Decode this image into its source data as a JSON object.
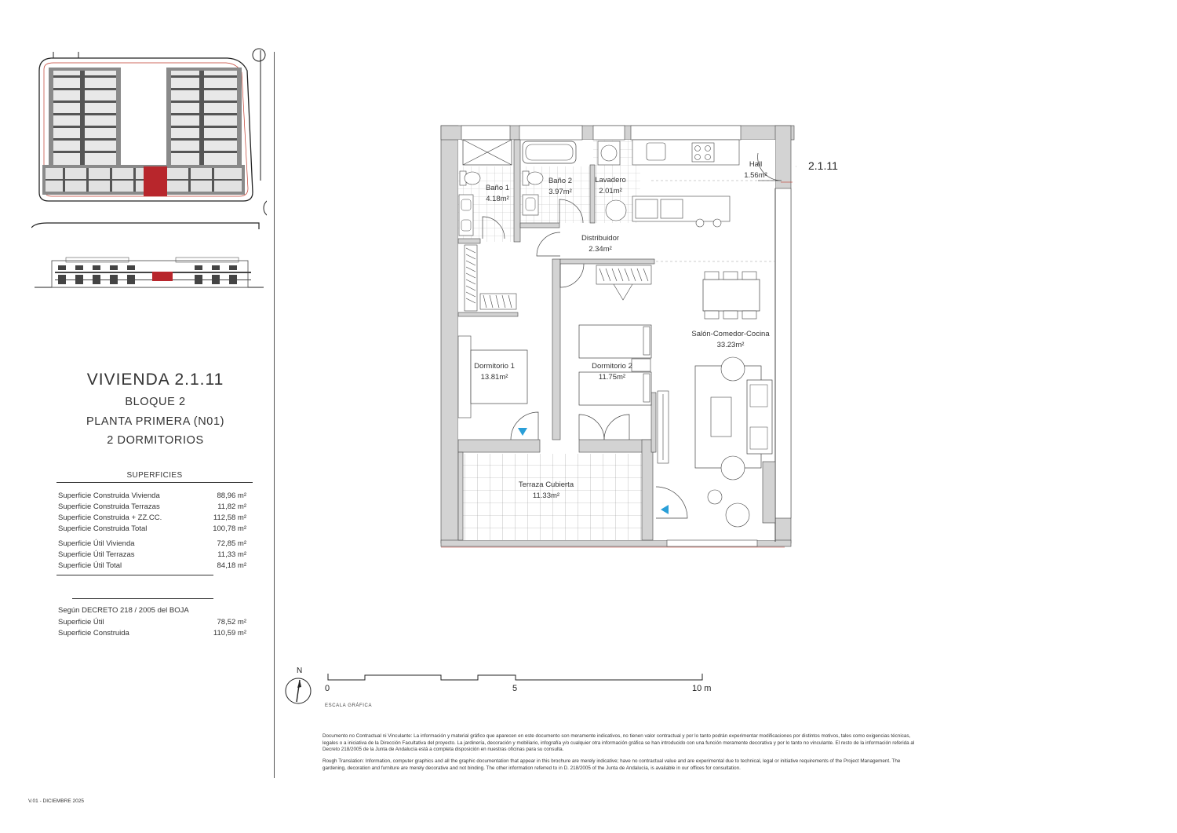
{
  "unit": {
    "title": "VIVIENDA 2.1.11",
    "block": "BLOQUE 2",
    "floor": "PLANTA PRIMERA (N01)",
    "bedrooms": "2 DORMITORIOS",
    "tag": "2.1.11"
  },
  "surfaces": {
    "heading": "SUPERFICIES",
    "rows": [
      {
        "label": "Superficie Construida Vivienda",
        "value": "88,96 m²"
      },
      {
        "label": "Superficie Construida Terrazas",
        "value": "11,82 m²"
      },
      {
        "label": "Superficie Construida + ZZ.CC.",
        "value": "112,58 m²"
      },
      {
        "label": "Superficie Construida Total",
        "value": "100,78 m²"
      },
      {
        "label": "Superficie Útil Vivienda",
        "value": "72,85 m²"
      },
      {
        "label": "Superficie Útil Terrazas",
        "value": "11,33 m²"
      },
      {
        "label": "Superficie Útil Total",
        "value": "84,18 m²"
      }
    ],
    "decree_heading": "Según DECRETO 218 / 2005 del BOJA",
    "decree_rows": [
      {
        "label": "Superficie Útil",
        "value": "78,52 m²"
      },
      {
        "label": "Superficie Construida",
        "value": "110,59 m²"
      }
    ]
  },
  "rooms": {
    "bano1": {
      "name": "Baño 1",
      "area": "4.18m²"
    },
    "bano2": {
      "name": "Baño 2",
      "area": "3.97m²"
    },
    "lavadero": {
      "name": "Lavadero",
      "area": "2.01m²"
    },
    "hall": {
      "name": "Hall",
      "area": "1.56m²"
    },
    "distribuidor": {
      "name": "Distribuidor",
      "area": "2.34m²"
    },
    "salon": {
      "name": "Salón-Comedor-Cocina",
      "area": "33.23m²"
    },
    "dormitorio1": {
      "name": "Dormitorio 1",
      "area": "13.81m²"
    },
    "dormitorio2": {
      "name": "Dormitorio 2",
      "area": "11.75m²"
    },
    "terraza": {
      "name": "Terraza Cubierta",
      "area": "11.33m²"
    }
  },
  "scale": {
    "north": "N",
    "zero": "0",
    "five": "5",
    "ten": "10 m",
    "caption": "ESCALA GRÁFICA"
  },
  "disclaimer": {
    "es": "Documento no Contractual ni Vinculante: La información y material gráfico que aparecen en este documento son meramente indicativos, no tienen valor contractual y por lo tanto podrán experimentar modificaciones por distintos motivos, tales como exigencias técnicas, legales o a iniciativa de la Dirección Facultativa del proyecto. La jardinería, decoración y mobiliario, infografía y/o cualquier otra información gráfica se han introducido con una función meramente decorativa y por lo tanto no vinculante. El resto de la información referida al Decreto 218/2005 de la Junta de Andalucía está a completa disposición en nuestras oficinas para su consulta.",
    "en": "Rough Translation: Information, computer graphics and all the graphic documentation that appear in this brochure are merely indicative; have no contractual value and are experimental due to technical, legal or initiative requirements of the Project Management. The gardening, decoration and furniture are merely decorative and not binding. The other information referred to in D. 218/2005 of the Junta de Andalucía, is available in our offices for consultation."
  },
  "version": "V.01 - DICIEMBRE 2025",
  "colors": {
    "highlight": "#b8262c",
    "wall": "#d3d3d3",
    "line": "#333333",
    "door_marker": "#2a9fd8"
  }
}
